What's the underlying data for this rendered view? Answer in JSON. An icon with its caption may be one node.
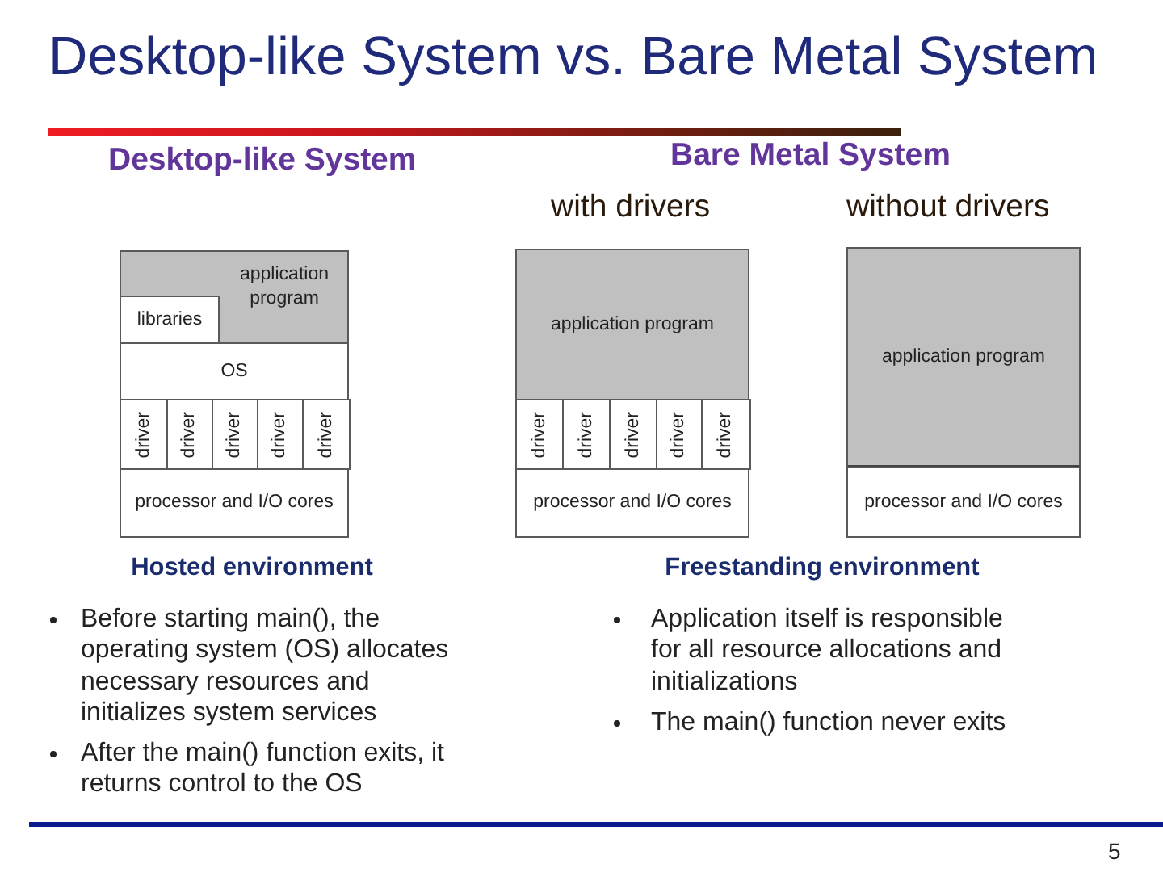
{
  "diagram": {
    "title": "Desktop-like System vs. Bare Metal System",
    "nodes": [
      {
        "text": [
          "application program"
        ]
      },
      {
        "text": [
          "libraries"
        ],
        "in": 0
      },
      {
        "text": [
          "OS"
        ]
      },
      {
        "text": [
          "driver"
        ]
      },
      {
        "text": [
          "driver"
        ]
      },
      {
        "text": [
          "driver"
        ]
      },
      {
        "text": [
          "driver"
        ]
      },
      {
        "text": [
          "driver"
        ]
      },
      {
        "text": [
          "processor and I/O cores"
        ]
      },
      {
        "text": [
          "application program"
        ]
      },
      {
        "text": [
          "driver"
        ]
      },
      {
        "text": [
          "driver"
        ]
      },
      {
        "text": [
          "driver"
        ]
      },
      {
        "text": [
          "driver"
        ]
      },
      {
        "text": [
          "driver"
        ]
      },
      {
        "text": [
          "processor and I/O cores"
        ]
      },
      {
        "text": [
          "application program"
        ]
      },
      {
        "text": [
          "processor and I/O cores"
        ]
      }
    ],
    "labels": [
      "Desktop-like System",
      "Bare Metal System",
      "with drivers",
      "without drivers",
      "Hosted environment",
      "Before starting main(), the operating system (OS) allocates necessary resources and initializes system services",
      "After the main() function exits, it returns control to the OS",
      "Freestanding environment",
      "Application itself is responsible for all resource allocations and initializations",
      "The main() function never exits",
      "5"
    ]
  }
}
